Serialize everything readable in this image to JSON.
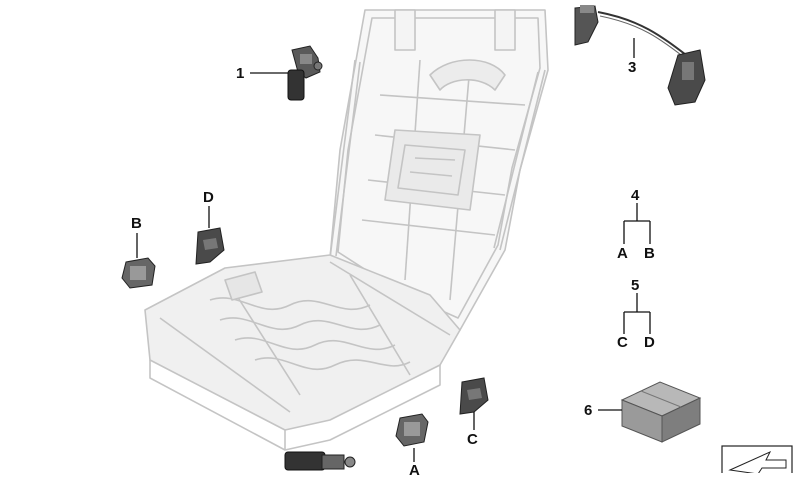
{
  "callouts": {
    "c1": "1",
    "c3": "3",
    "c4": "4",
    "c5": "5",
    "c6": "6",
    "cB": "B",
    "cD": "D",
    "cC": "C",
    "cA": "A",
    "tree4_left": "A",
    "tree4_right": "B",
    "tree5_left": "C",
    "tree5_right": "D"
  },
  "colors": {
    "frame_fill": "#f0f0f0",
    "frame_stroke": "#c4c4c4",
    "part_dark": "#3a3a3a",
    "part_mid": "#6e6e6e",
    "leader": "#111111"
  },
  "icons": [
    "seat-frame-illustration",
    "motor-part-icon",
    "cable-bowden-icon",
    "clip-part-icon",
    "sensor-part-icon",
    "box-part-icon",
    "arrow-logo-icon"
  ]
}
